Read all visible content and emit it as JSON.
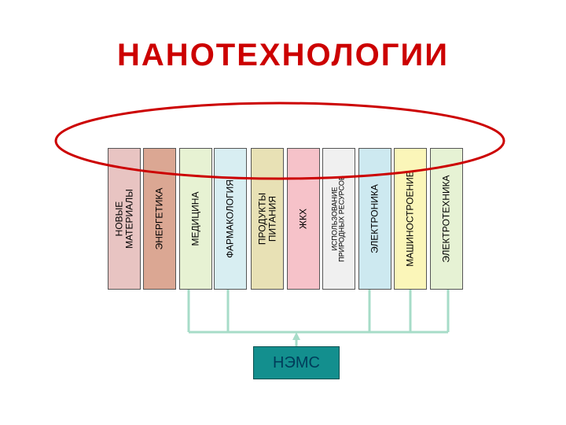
{
  "title": "НАНОТЕХНОЛОГИИ",
  "columns": [
    {
      "label": "НОВЫЕ\nМАТЕРИАЛЫ",
      "color": "#e8c4c2"
    },
    {
      "label": "ЭНЕРГЕТИКА",
      "color": "#dba793"
    },
    {
      "label": "МЕДИЦИНА",
      "color": "#e7f2d3"
    },
    {
      "label": "ФАРМАКОЛОГИЯ",
      "color": "#d8eef2"
    },
    {
      "label": "ПРОДУКТЫ\nПИТАНИЯ",
      "color": "#e8e1b5"
    },
    {
      "label": "ЖКХ",
      "color": "#f6c2c9"
    },
    {
      "label": "ИСПОЛЬЗОВАНИЕ\nПРИРОДНЫХ РЕСУРСОВ",
      "color": "#f0f0f0"
    },
    {
      "label": "ЭЛЕКТРОНИКА",
      "color": "#cde9f0"
    },
    {
      "label": "МАШИНОСТРОЕНИЕ",
      "color": "#fbf6b9"
    },
    {
      "label": "ЭЛЕКТРОТЕХНИКА",
      "color": "#e6f2d4"
    }
  ],
  "hub": {
    "label": "НЭМС",
    "color": "#138f8e"
  },
  "colors": {
    "title": "#cc0000",
    "ellipse": "#cc0000",
    "connector": "#a7dcc8"
  }
}
